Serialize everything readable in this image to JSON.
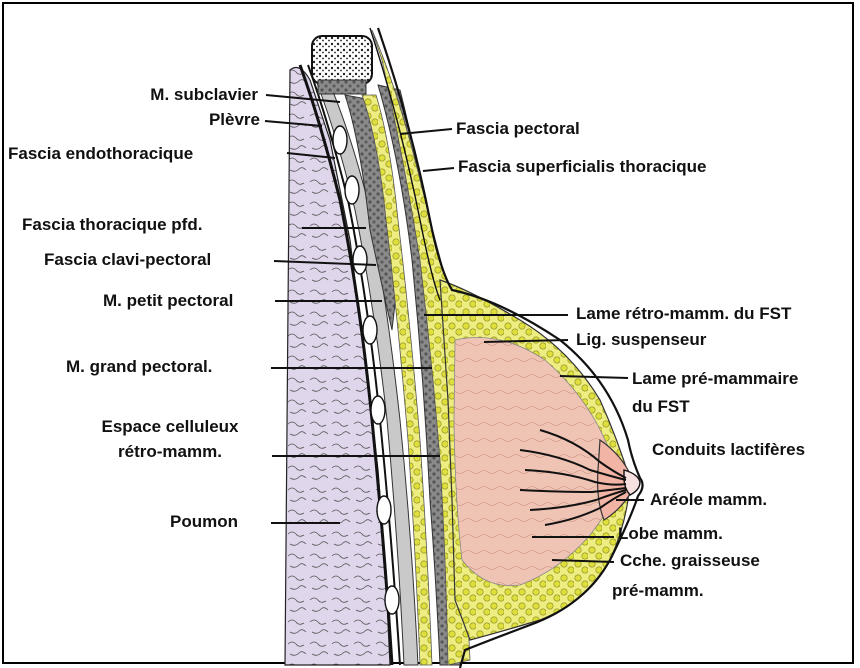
{
  "colors": {
    "lung": "#e0d6ec",
    "fat": "#eded82",
    "fat_lobule": "#dede38",
    "muscle": "#8c8c8c",
    "gland": "#f0c4b4",
    "areola": "#f2b4a4",
    "skin_line": "#111111",
    "fascia": "#c8c8c8"
  },
  "labels": {
    "m_subclavier": "M. subclavier",
    "plevre": "Plèvre",
    "fascia_endothoracique": "Fascia endothoracique",
    "fascia_thoracique_pfd": "Fascia thoracique pfd.",
    "fascia_clavi_pectoral": "Fascia clavi-pectoral",
    "m_petit_pectoral": "M. petit pectoral",
    "m_grand_pectoral": "M. grand pectoral.",
    "espace_celluleux_1": "Espace celluleux",
    "espace_celluleux_2": "rétro-mamm.",
    "poumon": "Poumon",
    "fascia_pectoral": "Fascia pectoral",
    "fascia_superficialis": "Fascia superficialis thoracique",
    "lame_retro": "Lame rétro-mamm. du FST",
    "lig_suspenseur": "Lig. suspenseur",
    "lame_pre_1": "Lame pré-mammaire",
    "lame_pre_2": "du FST",
    "conduits": "Conduits lactifères",
    "areole": "Aréole mamm.",
    "lobe": "Lobe mamm.",
    "cche_1": "Cche. graisseuse",
    "cche_2": "pré-mamm."
  }
}
